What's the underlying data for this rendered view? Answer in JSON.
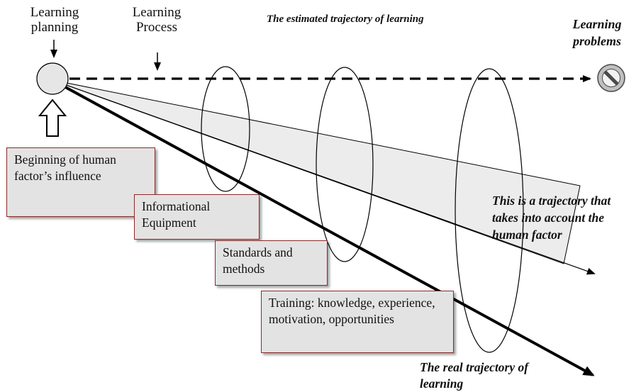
{
  "labels": {
    "learning_planning": "Learning planning",
    "learning_process": "Learning Process",
    "estimated_trajectory": "The estimated trajectory of learning",
    "learning_problems": "Learning problems",
    "human_factor_trajectory": "This is a trajectory that takes into account the human factor",
    "real_trajectory": "The real trajectory of learning"
  },
  "boxes": {
    "beginning": "Beginning of human factor’s influence",
    "informational": "Informational Equipment",
    "standards": "Standards and methods",
    "training": "Training: knowledge, experience, motivation, opportunities"
  },
  "icons": {
    "start": "start-circle-icon",
    "problem": "prohibition-icon",
    "pointer": "hollow-up-arrow-icon"
  },
  "colors": {
    "box_fill": "#e3e3e3",
    "box_border": "#8b2a2a",
    "cone_fill": "#ececec",
    "line": "#000000"
  }
}
